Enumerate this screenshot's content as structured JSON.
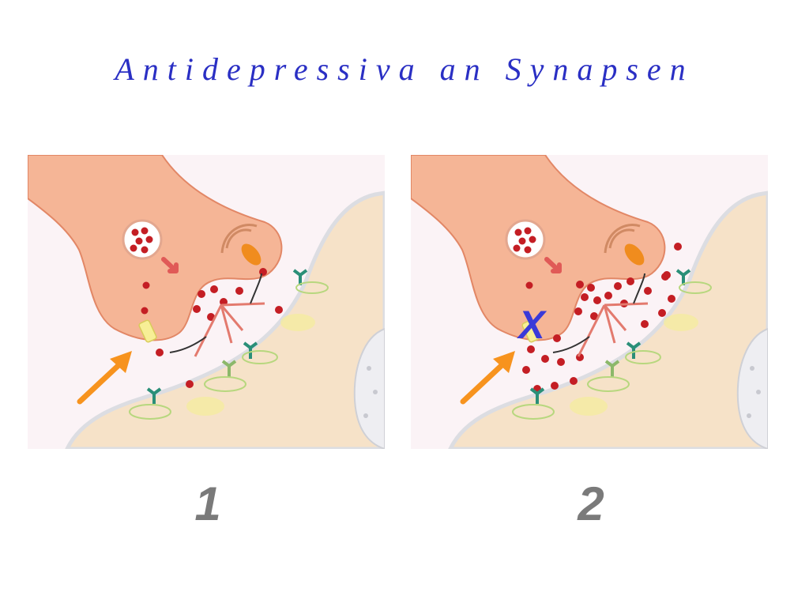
{
  "slide": {
    "title": "Antidepressiva an Synapsen",
    "title_color": "#2a2fc4"
  },
  "panels": [
    {
      "number": "1",
      "reuptake_blocked": false
    },
    {
      "number": "2",
      "reuptake_blocked": true,
      "block_mark": "X"
    }
  ],
  "colors": {
    "number": "#7a7a7a",
    "block_mark": "#3a3ad8",
    "arrow": "#f7931e",
    "presynaptic": "#f5b596",
    "postsynaptic": "#f6e2c8",
    "molecule": "#c41e24"
  }
}
